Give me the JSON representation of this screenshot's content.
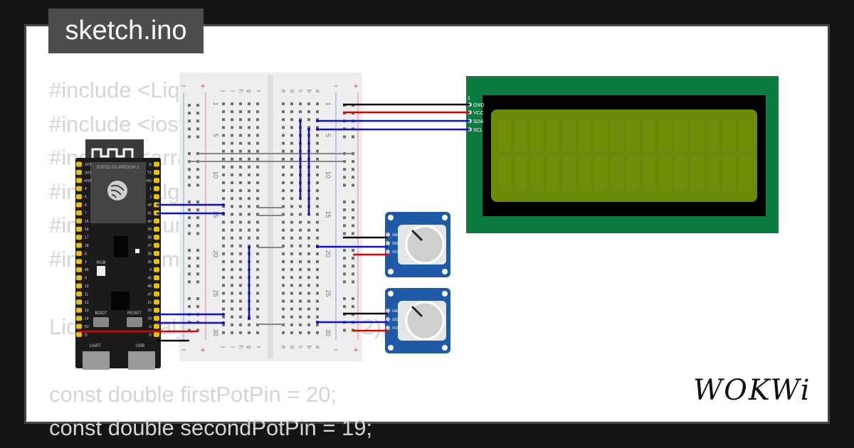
{
  "title": "sketch.ino",
  "code_lines": [
    "#include <LiquidCrystal_I2C.h>",
    "#include <iostream>",
    "#include <array>",
    "#include <algorithm>",
    "#include <numeric>",
    "#include <cmath>",
    "",
    "LiquidCrystal_I2C lcd(0x27, 16, 2);",
    "",
    "const double firstPotPin = 20;",
    "const double secondPotPin = 19;"
  ],
  "esp32": {
    "module_label": "ESP32-S3-WROOM-1",
    "rgb_label": "RGB",
    "boot_label": "BOOT",
    "reset_label": "RESET",
    "uart_label": "UART",
    "usb_label": "USB",
    "left_pins": [
      "3V3",
      "3V3",
      "RST",
      "4",
      "5",
      "6",
      "7",
      "15",
      "16",
      "17",
      "18",
      "8",
      "3",
      "46",
      "9",
      "10",
      "11",
      "12",
      "13",
      "14",
      "5V",
      "G"
    ],
    "right_pins": [
      "G",
      "TX",
      "RX",
      "1",
      "2",
      "42",
      "41",
      "40",
      "39",
      "38",
      "37",
      "36",
      "35",
      "0",
      "45",
      "48",
      "47",
      "21",
      "20",
      "19",
      "G",
      "G"
    ]
  },
  "breadboard": {
    "columns_left": [
      "j",
      "i",
      "h",
      "g",
      "f"
    ],
    "columns_right": [
      "e",
      "d",
      "c",
      "b",
      "a"
    ],
    "row_numbers": [
      "1",
      "5",
      "10",
      "15",
      "20",
      "25",
      "30"
    ],
    "rail_plus": "+",
    "rail_minus": "−"
  },
  "lcd": {
    "pins": [
      "GND",
      "VCC",
      "SDA",
      "SCL"
    ],
    "pin_one": "1",
    "backlight_color": "#6b8a07",
    "pcb_color": "#0b7c3f"
  },
  "potentiometers": [
    {
      "pins": [
        "GND",
        "SIG",
        "VCC"
      ]
    },
    {
      "pins": [
        "GND",
        "SIG",
        "VCC"
      ]
    }
  ],
  "brand": "WOKWi",
  "colors": {
    "wire_blue": "#1010d0",
    "wire_red": "#e00000",
    "wire_black": "#000000",
    "wire_gray": "#888888"
  }
}
